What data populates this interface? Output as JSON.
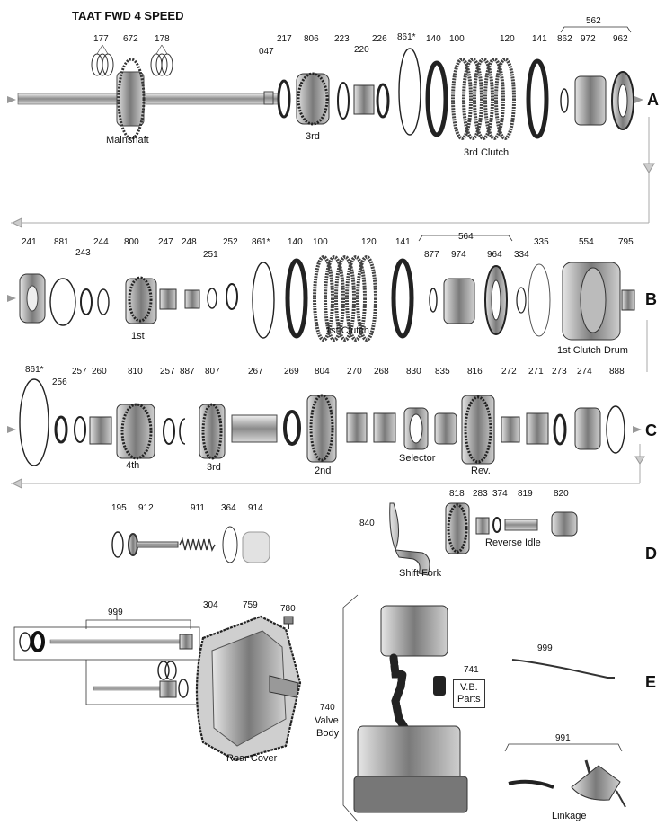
{
  "title": "TAAT   FWD 4 SPEED",
  "rows": [
    "A",
    "B",
    "C",
    "D",
    "E"
  ],
  "rowA": {
    "labels": [
      "177",
      "672",
      "178",
      "047",
      "217",
      "806",
      "223",
      "220",
      "226",
      "861*",
      "140",
      "100",
      "120",
      "141",
      "862",
      "972",
      "962",
      "562"
    ],
    "captions": [
      "Mainshaft",
      "3rd",
      "3rd Clutch"
    ]
  },
  "rowB": {
    "labels": [
      "241",
      "881",
      "243",
      "244",
      "800",
      "247",
      "248",
      "251",
      "252",
      "861*",
      "140",
      "100",
      "120",
      "141",
      "877",
      "974",
      "564",
      "964",
      "334",
      "335",
      "554",
      "795"
    ],
    "captions": [
      "1st",
      "1st Clutch",
      "1st Clutch Drum"
    ]
  },
  "rowC": {
    "labels": [
      "861*",
      "256",
      "257",
      "260",
      "810",
      "257",
      "887",
      "807",
      "267",
      "269",
      "804",
      "270",
      "268",
      "830",
      "835",
      "816",
      "272",
      "271",
      "273",
      "274",
      "888"
    ],
    "captions": [
      "4th",
      "3rd",
      "2nd",
      "Selector",
      "Rev."
    ]
  },
  "rowD": {
    "labels": [
      "195",
      "912",
      "911",
      "364",
      "914",
      "840",
      "818",
      "283",
      "374",
      "819",
      "820"
    ],
    "captions": [
      "Shift Fork",
      "Reverse Idle"
    ]
  },
  "rowE": {
    "labels": [
      "999",
      "304",
      "759",
      "780",
      "740",
      "741",
      "999",
      "991"
    ],
    "captions": [
      "Rear Cover",
      "Valve",
      "Body",
      "V.B.",
      "Parts",
      "Linkage"
    ]
  }
}
